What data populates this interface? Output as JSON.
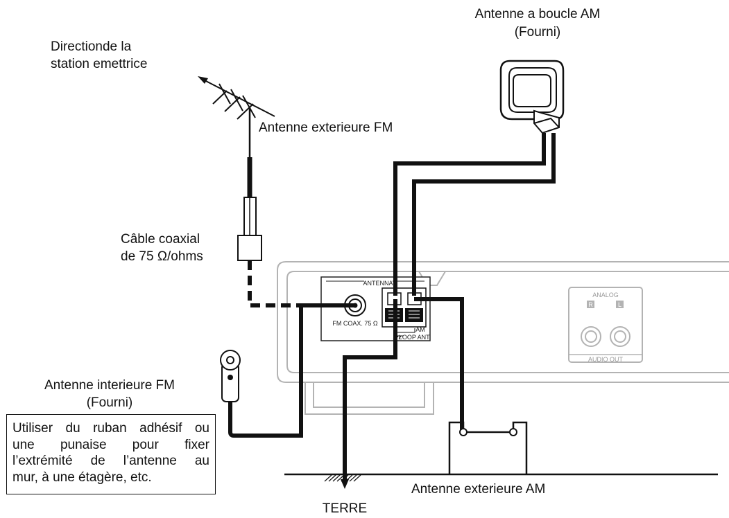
{
  "labels": {
    "direction_line1": "Directionde la",
    "direction_line2": "station emettrice",
    "fm_outdoor": "Antenne exterieure FM",
    "am_loop_line1": "Antenne a boucle AM",
    "am_loop_line2": "(Fourni)",
    "coax_line1": "Câble coaxial",
    "coax_line2": "de 75 Ω/ohms",
    "fm_indoor_line1": "Antenne interieure FM",
    "fm_indoor_line2": "(Fourni)",
    "am_outdoor": "Antenne exterieure AM",
    "ground": "TERRE"
  },
  "note": {
    "lines": [
      "Utiliser du ruban adhésif ou",
      "une punaise pour fixer",
      "l’extrémité de l’antenne au",
      "mur, à une étagère, etc."
    ]
  },
  "panel": {
    "antenna_title": "ANTENNA",
    "fm_coax": "FM COAX. 75 Ω",
    "am": "AM",
    "loop_ant": "LOOP ANT.",
    "analog": "ANALOG",
    "r": "R",
    "l": "L",
    "audio_out": "AUDIO OUT"
  }
}
